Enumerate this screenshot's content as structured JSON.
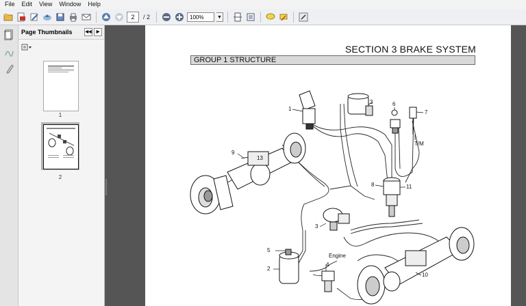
{
  "menu": [
    "File",
    "Edit",
    "View",
    "Window",
    "Help"
  ],
  "toolbar": {
    "page_current": "2",
    "page_total": "/ 2",
    "zoom": "100%"
  },
  "panel": {
    "title": "Page Thumbnails",
    "thumbnails": [
      {
        "label": "1"
      },
      {
        "label": "2"
      }
    ]
  },
  "document": {
    "section_title": "SECTION  3  BRAKE SYSTEM",
    "group_title": "GROUP  1  STRUCTURE",
    "callouts": {
      "c1": "1",
      "c3a": "3",
      "c6": "6",
      "c7": "7",
      "tm": "T/M",
      "c9": "9",
      "c13": "13",
      "c8": "8",
      "c11": "11",
      "c3b": "3",
      "c5": "5",
      "c2": "2",
      "engine": "Engine",
      "c4": "4",
      "c10": "10"
    }
  },
  "colors": {
    "gutter": "#555555",
    "toolbar_bg": "#eef0f3",
    "group_bar": "#d9d9d9"
  }
}
